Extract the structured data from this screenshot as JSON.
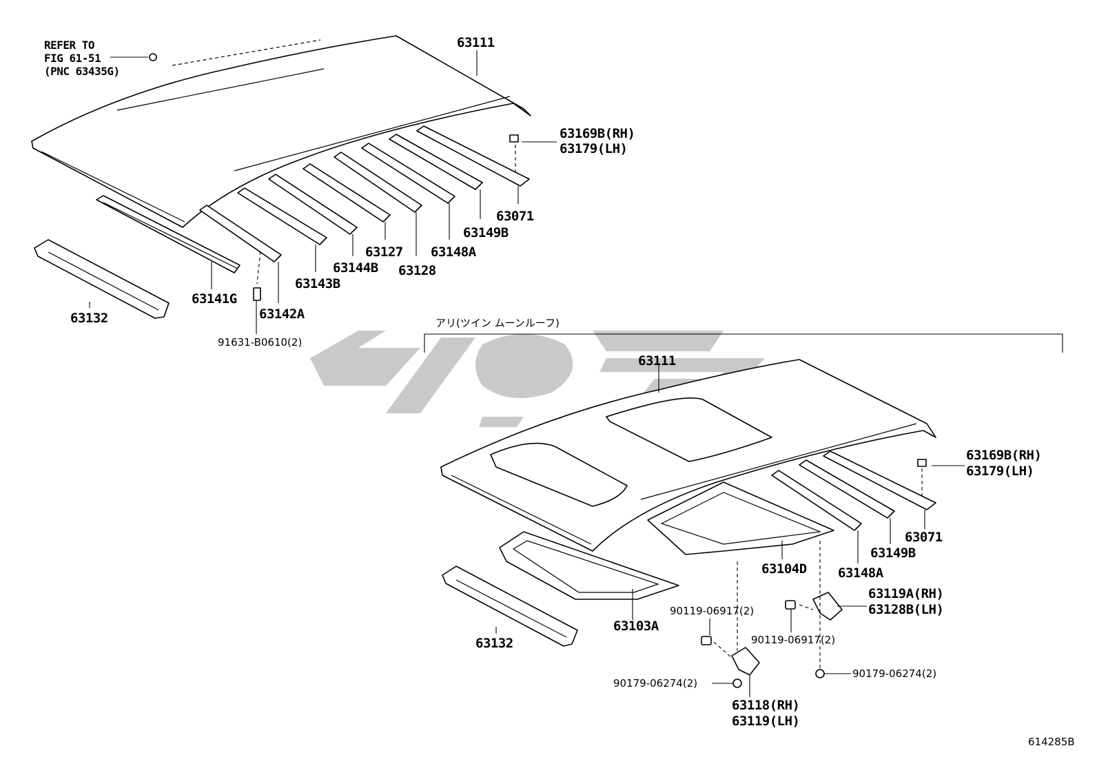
{
  "diagram": {
    "note_refer": [
      "REFER TO",
      "FIG 61-51",
      "(PNC 63435G)"
    ],
    "section_caption": "アリ(ツイン ムーンルーフ)",
    "figure_code": "614285B",
    "upper": {
      "roof_panel": "63111",
      "bracket_rh": "63169B(RH)",
      "bracket_lh": "63179(LH)",
      "rear_brace": "63071",
      "bows": [
        "63149B",
        "63148A",
        "63128",
        "63127",
        "63144B",
        "63143B",
        "63142A",
        "63141G"
      ],
      "front_header": "63132",
      "bolt": "91631-B0610(2)"
    },
    "lower": {
      "roof_panel": "63111",
      "bracket_rh": "63169B(RH)",
      "bracket_lh": "63179(LH)",
      "rear_brace": "63071",
      "bow_149": "63149B",
      "bow_148": "63148A",
      "frame_rear": "63104D",
      "frame_front": "63103A",
      "front_header": "63132",
      "reinf_rh": "63119A(RH)",
      "reinf_lh": "63128B(LH)",
      "bolt_upper": "90119-06917(2)",
      "bolt_lower": "90119-06917(2)",
      "nut_left": "90179-06274(2)",
      "nut_right": "90179-06274(2)",
      "bracket2_rh": "63118(RH)",
      "bracket2_lh": "63119(LH)"
    }
  }
}
